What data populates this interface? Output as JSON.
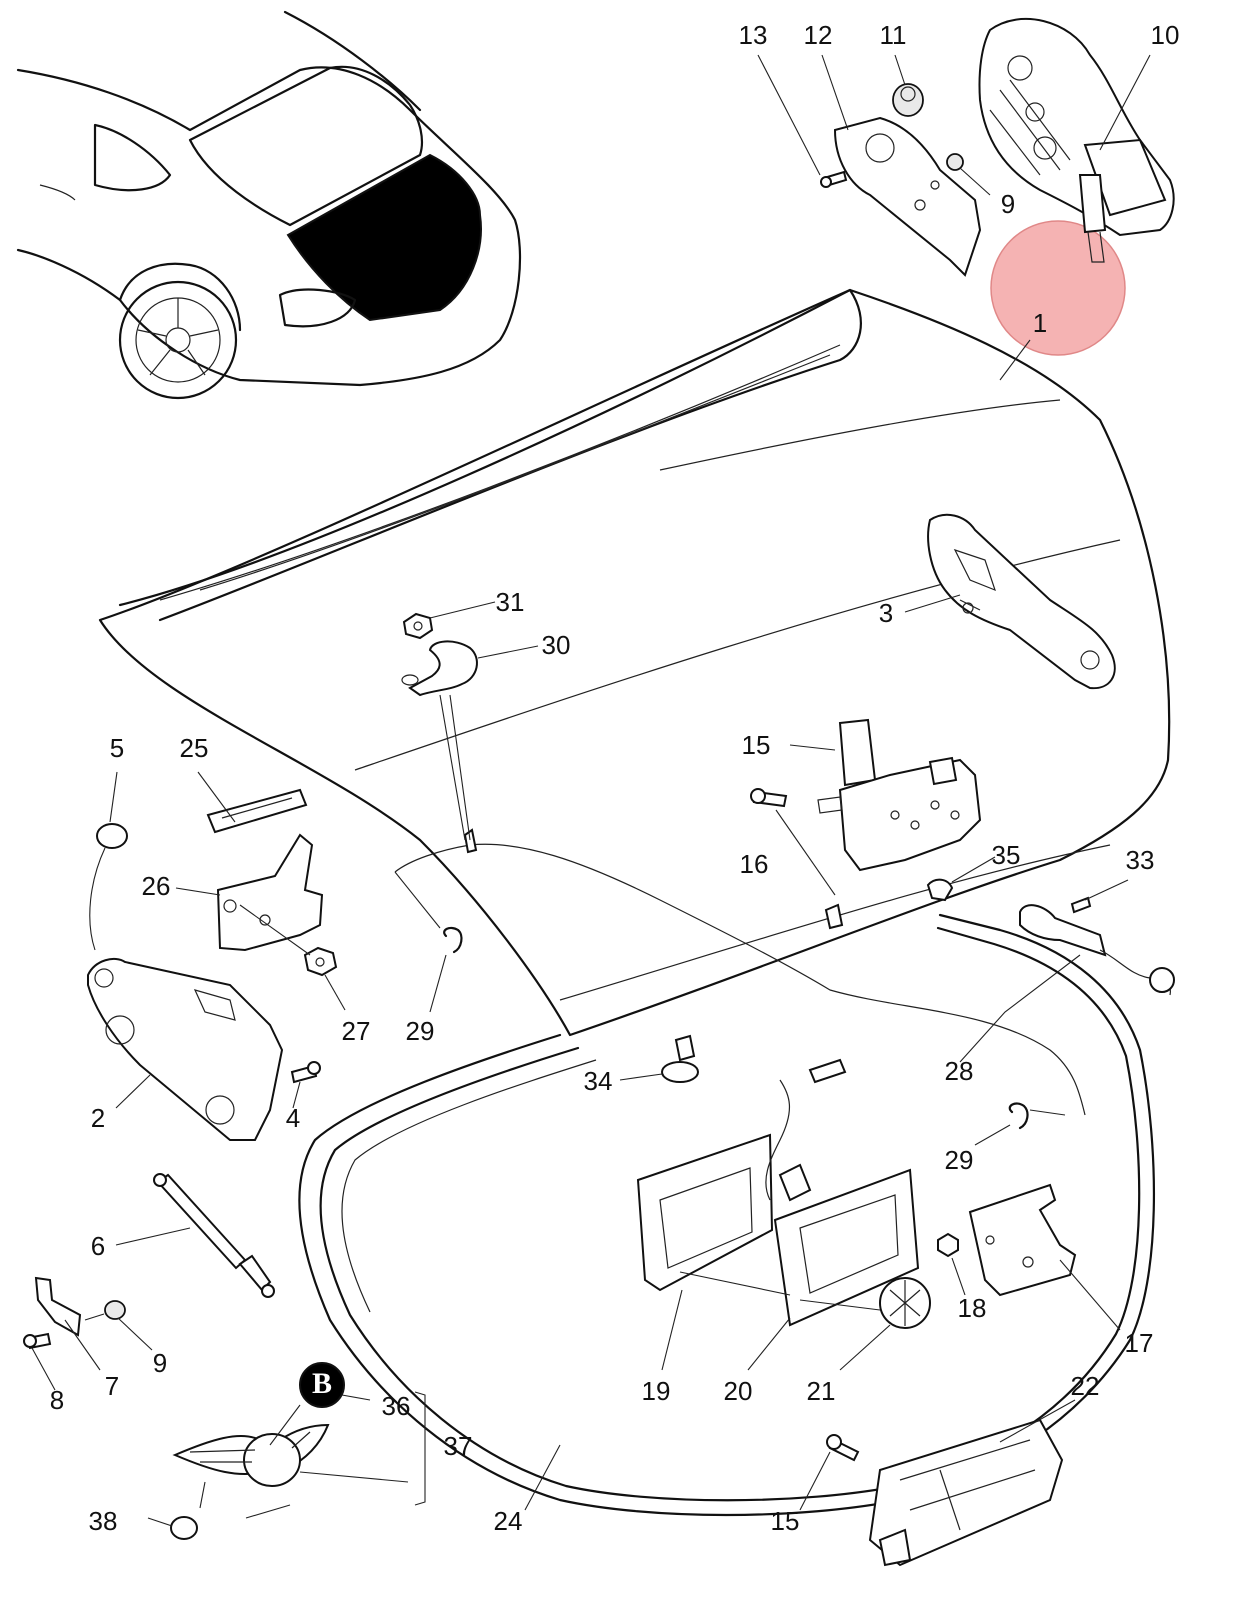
{
  "callouts": [
    {
      "id": "c1",
      "label": "1"
    },
    {
      "id": "c2",
      "label": "2"
    },
    {
      "id": "c3",
      "label": "3"
    },
    {
      "id": "c4",
      "label": "4"
    },
    {
      "id": "c5",
      "label": "5"
    },
    {
      "id": "c6",
      "label": "6"
    },
    {
      "id": "c7",
      "label": "7"
    },
    {
      "id": "c8",
      "label": "8"
    },
    {
      "id": "c9a",
      "label": "9"
    },
    {
      "id": "c9b",
      "label": "9"
    },
    {
      "id": "c10",
      "label": "10"
    },
    {
      "id": "c11",
      "label": "11"
    },
    {
      "id": "c12",
      "label": "12"
    },
    {
      "id": "c13",
      "label": "13"
    },
    {
      "id": "c15a",
      "label": "15"
    },
    {
      "id": "c15b",
      "label": "15"
    },
    {
      "id": "c16",
      "label": "16"
    },
    {
      "id": "c17",
      "label": "17"
    },
    {
      "id": "c18",
      "label": "18"
    },
    {
      "id": "c19",
      "label": "19"
    },
    {
      "id": "c20",
      "label": "20"
    },
    {
      "id": "c21",
      "label": "21"
    },
    {
      "id": "c22",
      "label": "22"
    },
    {
      "id": "c24",
      "label": "24"
    },
    {
      "id": "c25",
      "label": "25"
    },
    {
      "id": "c26",
      "label": "26"
    },
    {
      "id": "c27",
      "label": "27"
    },
    {
      "id": "c28",
      "label": "28"
    },
    {
      "id": "c29a",
      "label": "29"
    },
    {
      "id": "c29b",
      "label": "29"
    },
    {
      "id": "c30",
      "label": "30"
    },
    {
      "id": "c31",
      "label": "31"
    },
    {
      "id": "c33",
      "label": "33"
    },
    {
      "id": "c34",
      "label": "34"
    },
    {
      "id": "c35",
      "label": "35"
    },
    {
      "id": "c36",
      "label": "36"
    },
    {
      "id": "c37",
      "label": "37"
    },
    {
      "id": "c38",
      "label": "38"
    }
  ],
  "highlight": {
    "callout": "1",
    "color": "#f29a9a"
  }
}
